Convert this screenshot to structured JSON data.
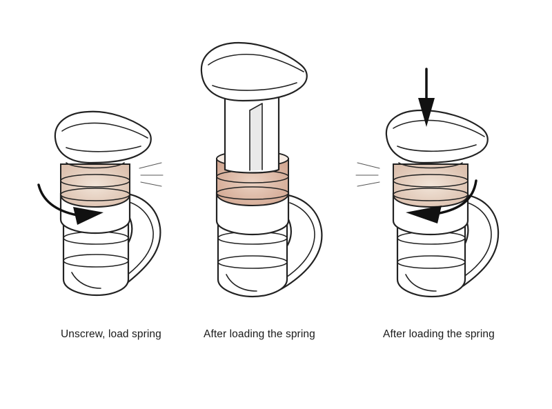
{
  "captions": [
    "Unscrew, load spring",
    "After loading the spring",
    "After loading the spring"
  ],
  "colors": {
    "outline": "#222222",
    "ring_tint": "#e8d6c8",
    "ring_tint_strong": "#d9b8a8"
  },
  "icons": [
    "rotate-arrow-icon",
    "press-down-arrow-icon",
    "motion-lines-icon"
  ]
}
